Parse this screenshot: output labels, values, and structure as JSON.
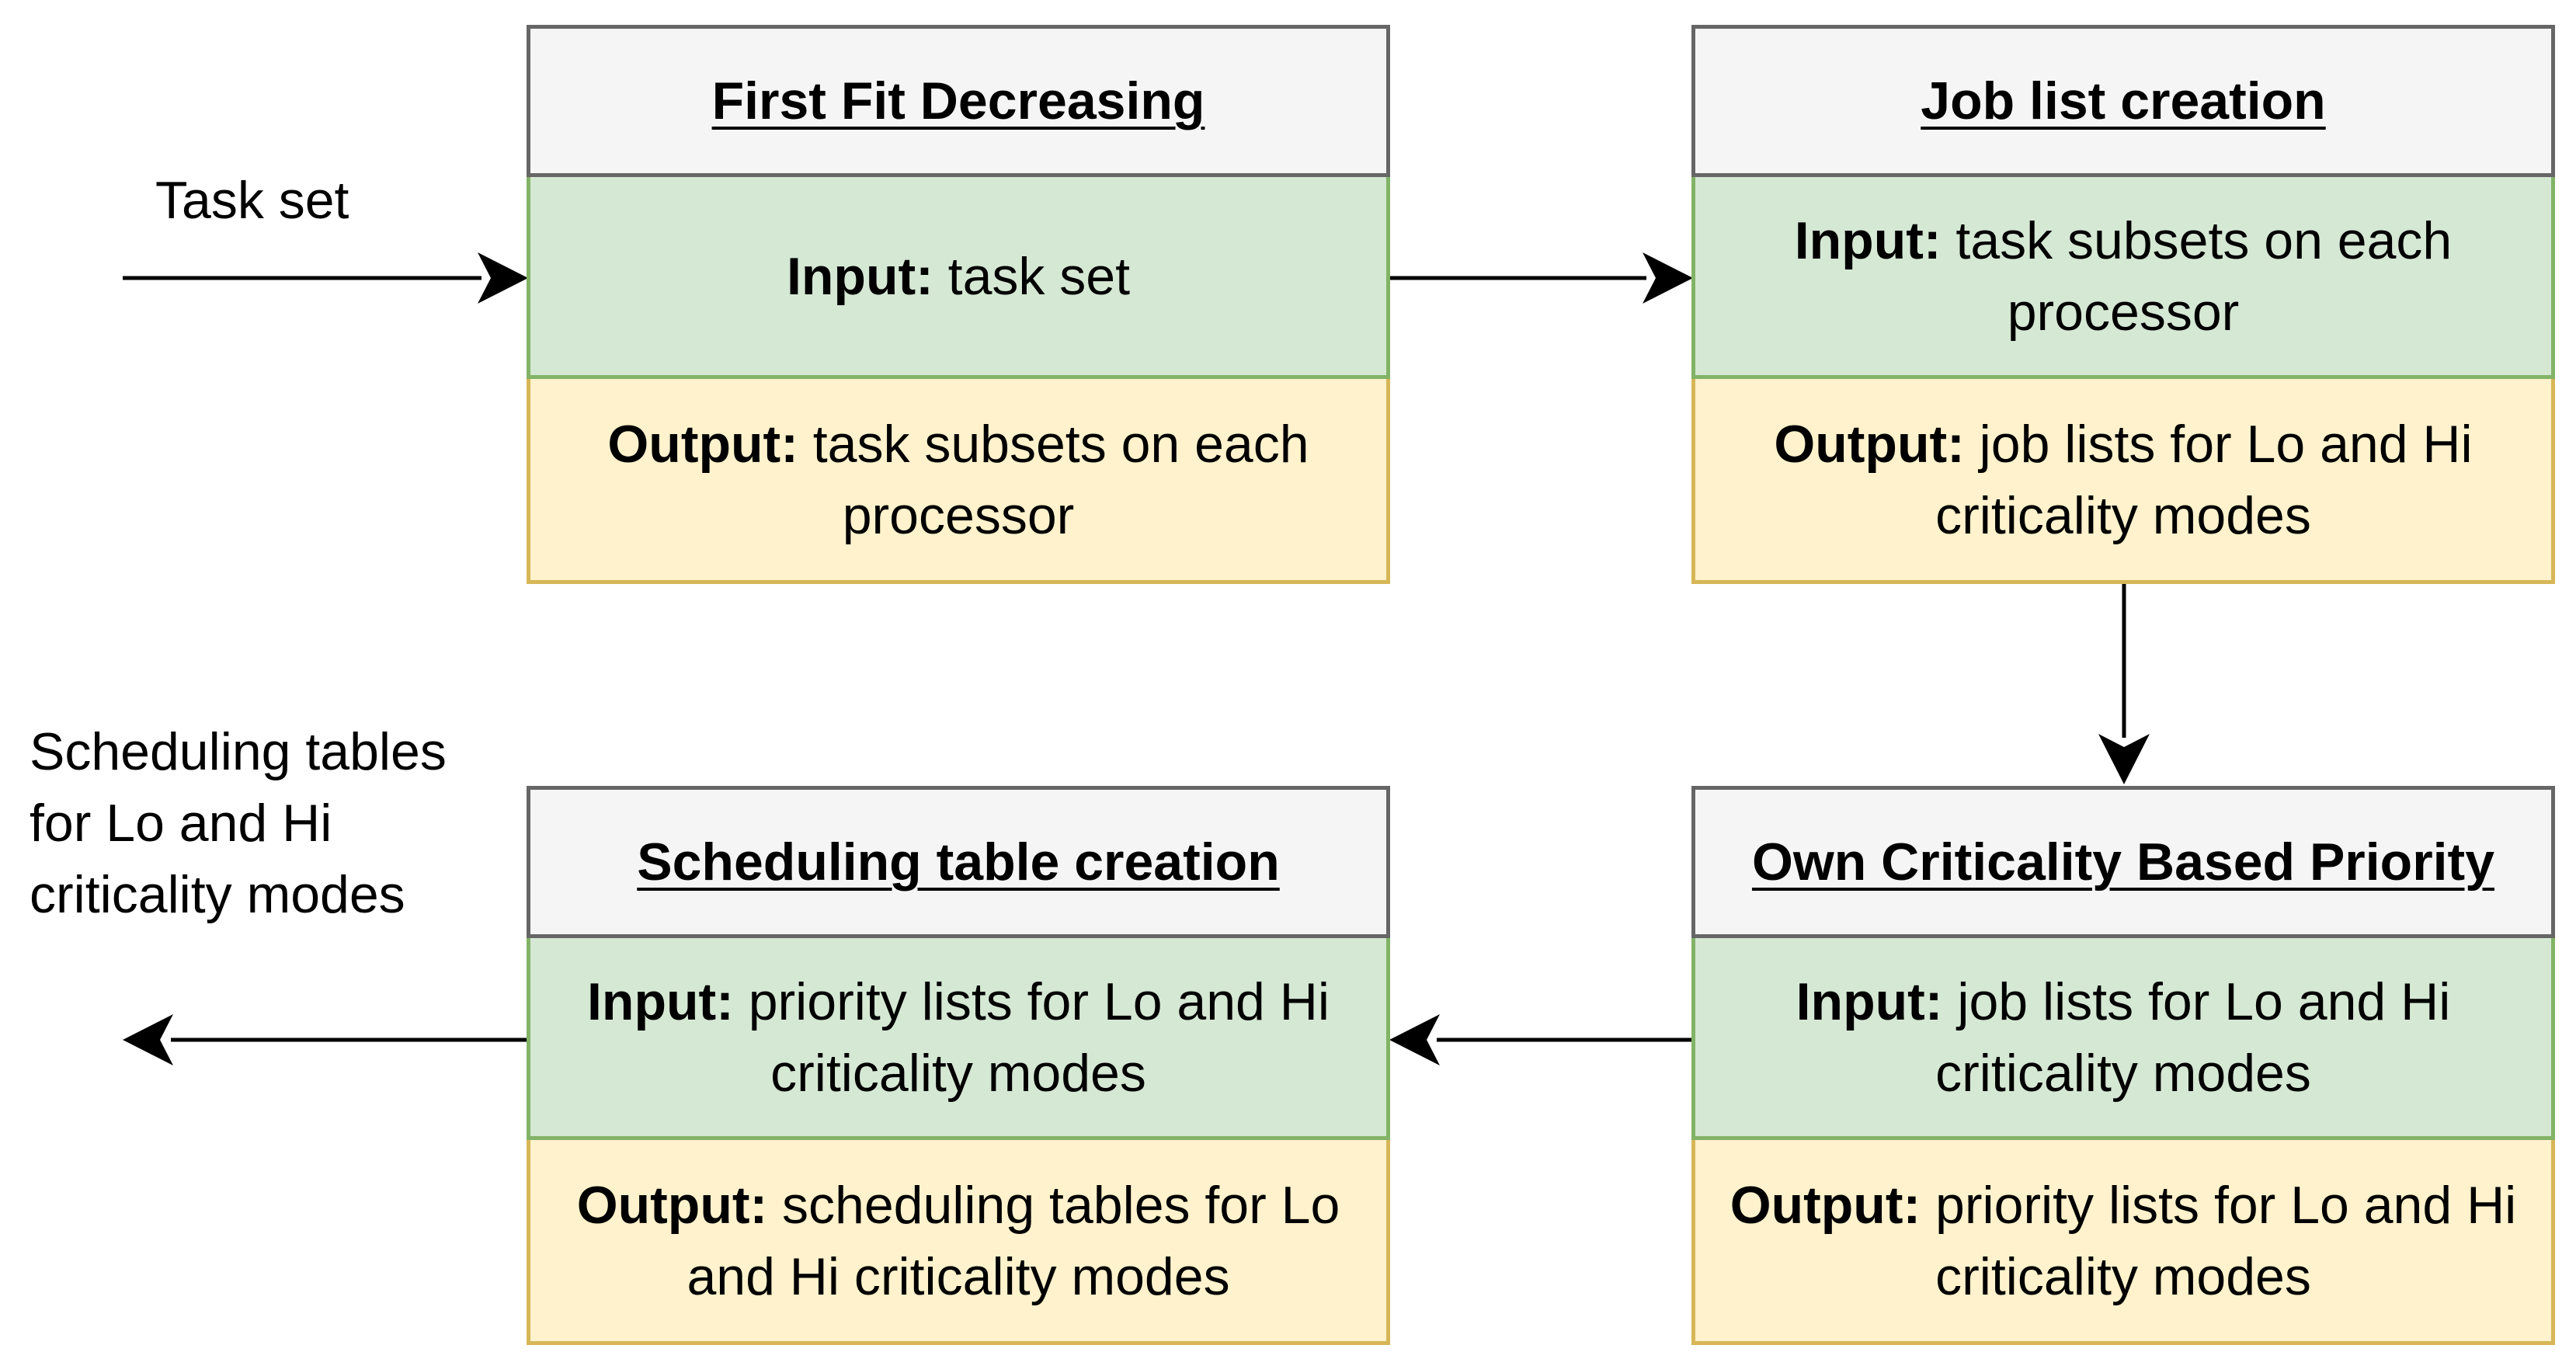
{
  "external_input": "Task set",
  "external_output": "Scheduling tables for Lo and Hi criticality modes",
  "blocks": {
    "ffd": {
      "title": "First Fit Decreasing",
      "input_label": "Input:",
      "input_text": " task set",
      "output_label": "Output:",
      "output_text": " task subsets on each processor"
    },
    "job_list": {
      "title": "Job list creation",
      "input_label": "Input:",
      "input_text": " task subsets on each processor",
      "output_label": "Output:",
      "output_text": " job lists for Lo and Hi criticality modes"
    },
    "ocbp": {
      "title": "Own Criticality Based Priority",
      "input_label": "Input:",
      "input_text": " job lists for Lo and Hi criticality modes",
      "output_label": "Output:",
      "output_text": " priority lists for Lo and Hi criticality modes"
    },
    "sched_table": {
      "title": "Scheduling table creation",
      "input_label": "Input:",
      "input_text": " priority lists for Lo and Hi criticality modes",
      "output_label": "Output:",
      "output_text": " scheduling tables for Lo and Hi criticality modes"
    }
  },
  "colors": {
    "title_fill": "#f5f5f5",
    "title_stroke": "#666666",
    "input_fill": "#d5e8d4",
    "input_stroke": "#82b366",
    "output_fill": "#fff2cc",
    "output_stroke": "#d6b656",
    "arrow": "#000000"
  }
}
